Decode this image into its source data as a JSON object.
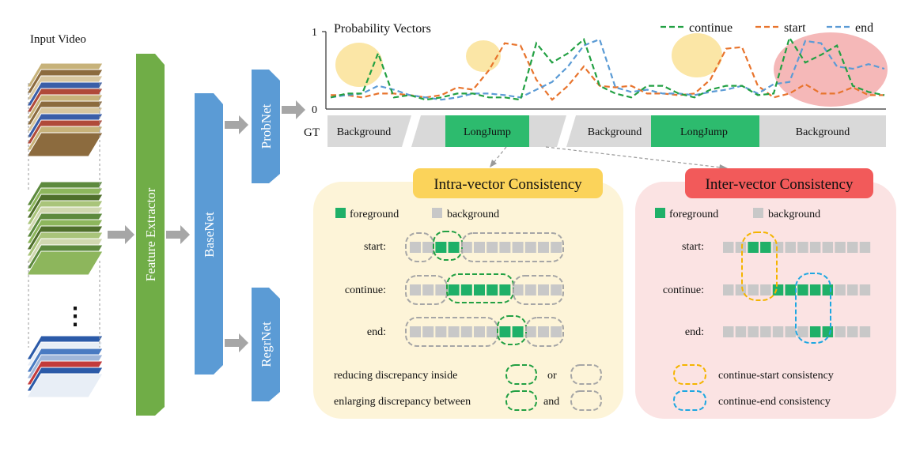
{
  "input_video": {
    "title": "Input Video",
    "dots": "⋮"
  },
  "modules": {
    "feature_extractor": "Feature Extractor",
    "basenet": "BaseNet",
    "probnet": "ProbNet",
    "regrnet": "RegrNet"
  },
  "chart": {
    "title": "Probability Vectors",
    "y_top": "1",
    "y_bottom": "0",
    "legend": {
      "continue": "continue",
      "start": "start",
      "end": "end"
    },
    "colors": {
      "continue": "#22a043",
      "start": "#e8742d",
      "end": "#5b9bd5"
    }
  },
  "gt": {
    "label": "GT",
    "segments": [
      "Background",
      "LongJump",
      "Background",
      "LongJump",
      "Background"
    ]
  },
  "intra": {
    "title": "Intra-vector Consistency",
    "legend_fg": "foreground",
    "legend_bg": "background",
    "rows": [
      "start:",
      "continue:",
      "end:"
    ],
    "note1": "reducing  discrepancy inside",
    "note1_conj": "or",
    "note2": "enlarging discrepancy between",
    "note2_conj": "and"
  },
  "inter": {
    "title": "Inter-vector Consistency",
    "legend_fg": "foreground",
    "legend_bg": "background",
    "rows": [
      "start:",
      "continue:",
      "end:"
    ],
    "note1": "continue-start consistency",
    "note2": "continue-end consistency"
  },
  "colors": {
    "green_module": "#70ad47",
    "blue_module": "#5b9bd5",
    "foreground": "#1fb068",
    "background_cell": "#c8c8c8",
    "intra_panel": "#fdf4d8",
    "intra_title": "#fbd35a",
    "inter_panel": "#fbe3e3",
    "inter_title": "#f25a5a",
    "gt_gray": "#d9d9d9",
    "gt_green": "#2dbb6e",
    "highlight_yellow": "#fbe6a6",
    "highlight_red": "#f5b8b8"
  }
}
